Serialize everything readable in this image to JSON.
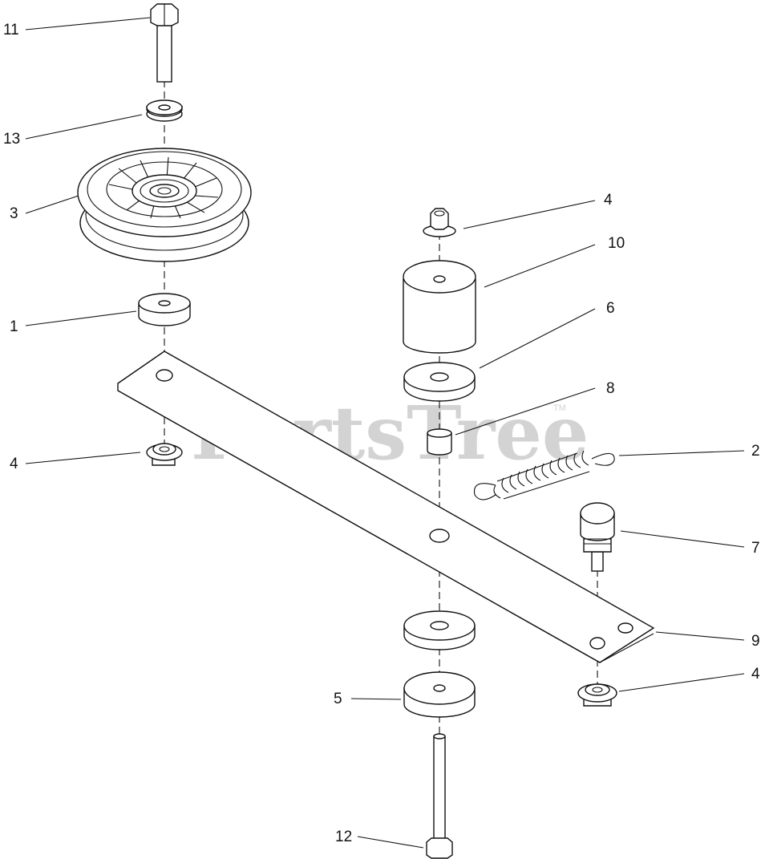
{
  "watermark": {
    "text": "PartsTree",
    "trademark": "TM"
  },
  "callouts": [
    {
      "id": "c11-top",
      "label": "11"
    },
    {
      "id": "c13",
      "label": "13"
    },
    {
      "id": "c3",
      "label": "3"
    },
    {
      "id": "c1",
      "label": "1"
    },
    {
      "id": "c4-left",
      "label": "4"
    },
    {
      "id": "c4-top",
      "label": "4"
    },
    {
      "id": "c10",
      "label": "10"
    },
    {
      "id": "c6",
      "label": "6"
    },
    {
      "id": "c8",
      "label": "8"
    },
    {
      "id": "c2",
      "label": "2"
    },
    {
      "id": "c7",
      "label": "7"
    },
    {
      "id": "c9",
      "label": "9"
    },
    {
      "id": "c4-right",
      "label": "4"
    },
    {
      "id": "c5",
      "label": "5"
    },
    {
      "id": "c12",
      "label": "12"
    }
  ],
  "colors": {
    "line": "#111111",
    "watermark": "#d3d3d3",
    "background": "#ffffff"
  }
}
